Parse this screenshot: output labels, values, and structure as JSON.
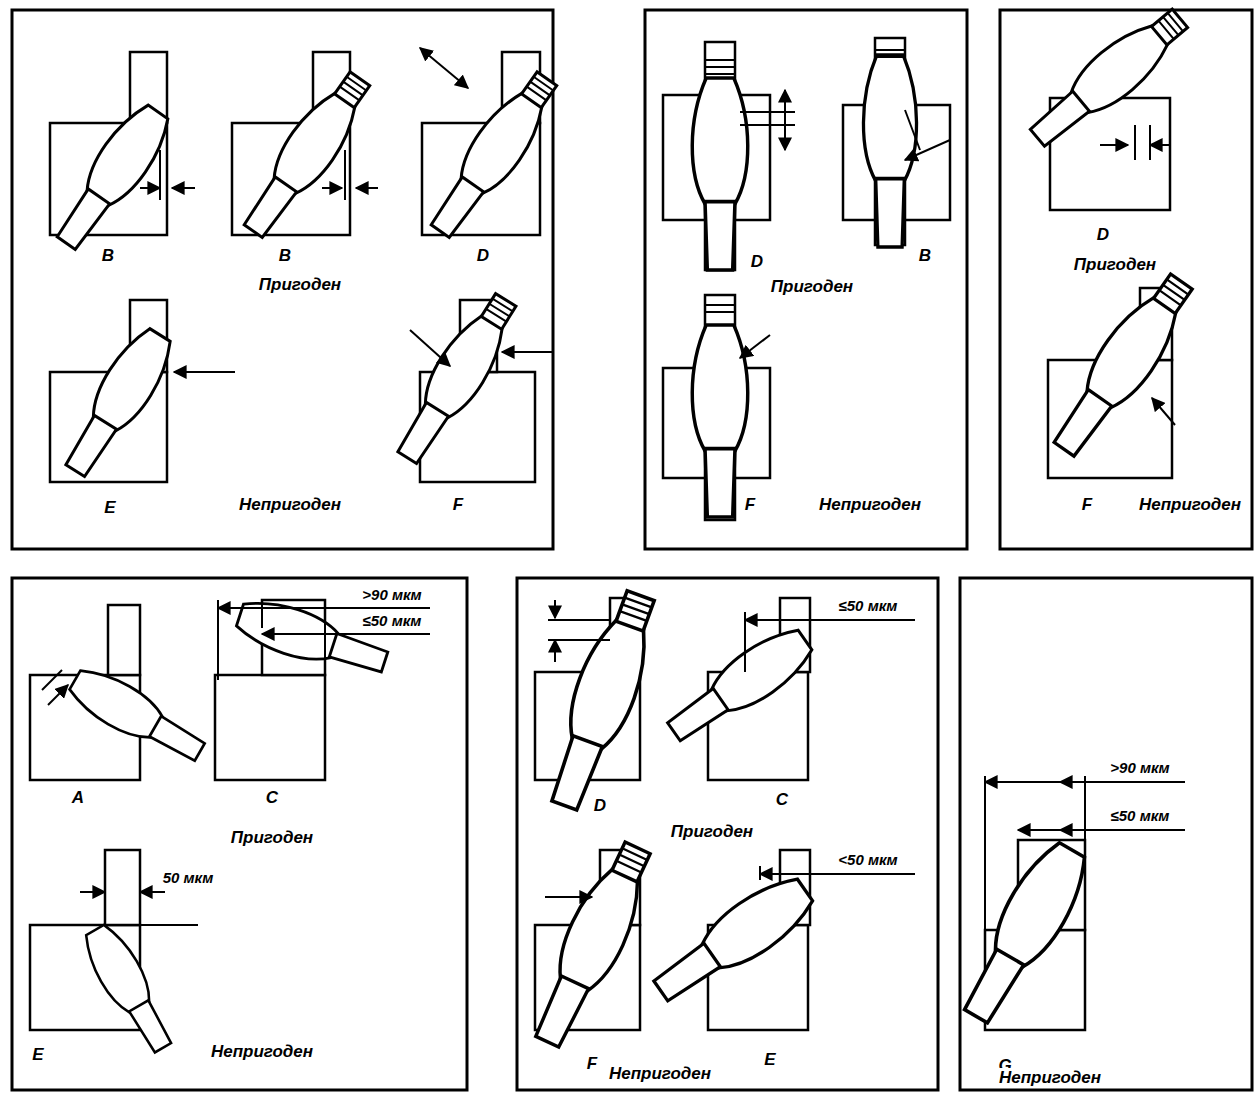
{
  "diagram": {
    "labels": [
      "B",
      "B",
      "D",
      "Пригоден",
      "E",
      "Непригоден",
      "F",
      "D",
      "B",
      "Пригоден",
      "F",
      "Непригоден",
      "D",
      "Пригоден",
      "F",
      "Непригоден",
      "A",
      ">90 мкм",
      "≤50 мкм",
      "C",
      "Пригоден",
      "50 мкм",
      "E",
      "Непригоден",
      "D",
      "≤50 мкм",
      "C",
      "Пригоден",
      "F",
      "Непригоден",
      "E",
      "<50 мкм",
      ">90 мкм",
      "≤50 мкм",
      "G",
      "Непригоден"
    ]
  }
}
